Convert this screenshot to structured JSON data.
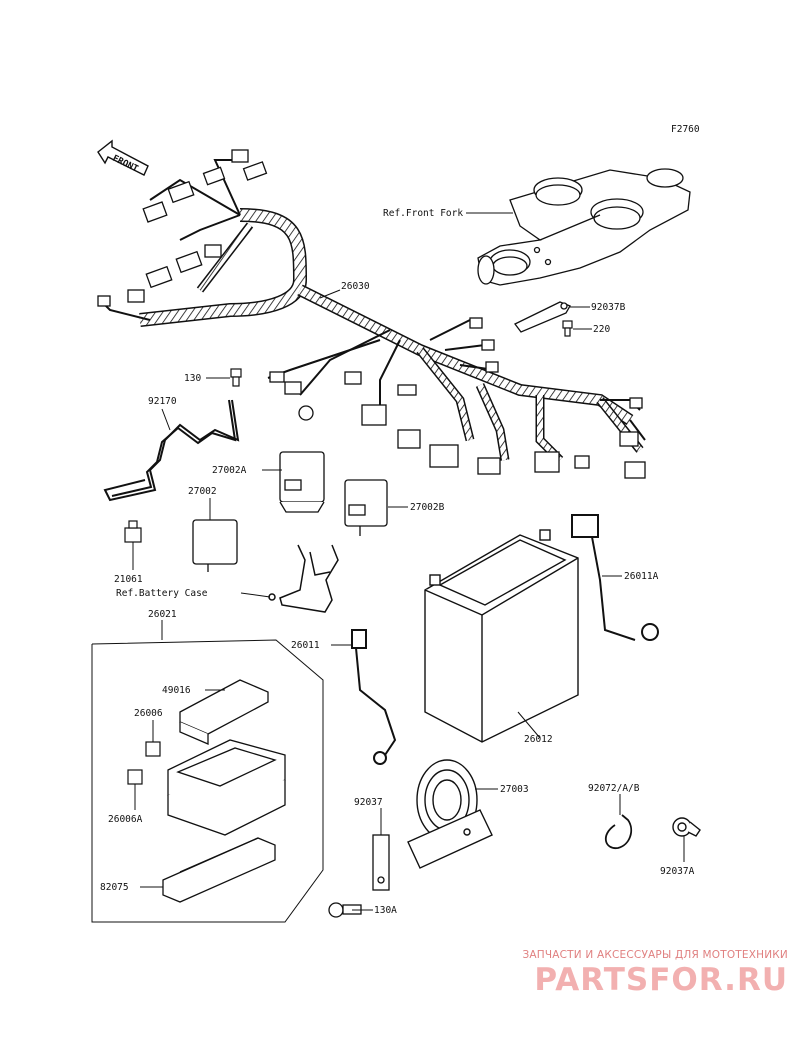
{
  "diagram": {
    "code": "F2760",
    "front_label": "FRONT",
    "labels": {
      "ref_front_fork": "Ref.Front Fork",
      "p92037B": "92037B",
      "p220": "220",
      "p26030": "26030",
      "p130": "130",
      "p92170": "92170",
      "p27002A": "27002A",
      "p27002": "27002",
      "p27002B": "27002B",
      "p21061": "21061",
      "ref_battery_case": "Ref.Battery Case",
      "p26021": "26021",
      "p49016": "49016",
      "p26006": "26006",
      "p26006A": "26006A",
      "p82075": "82075",
      "p26011": "26011",
      "p26011A": "26011A",
      "p26012": "26012",
      "p27003": "27003",
      "p92037": "92037",
      "p130A": "130A",
      "p92072": "92072/A/B",
      "p92037A": "92037A"
    }
  },
  "watermark": {
    "tagline": "ЗАПЧАСТИ И АКСЕССУАРЫ ДЛЯ МОТОТЕХНИКИ",
    "logo": "PARTSFOR.RU"
  }
}
